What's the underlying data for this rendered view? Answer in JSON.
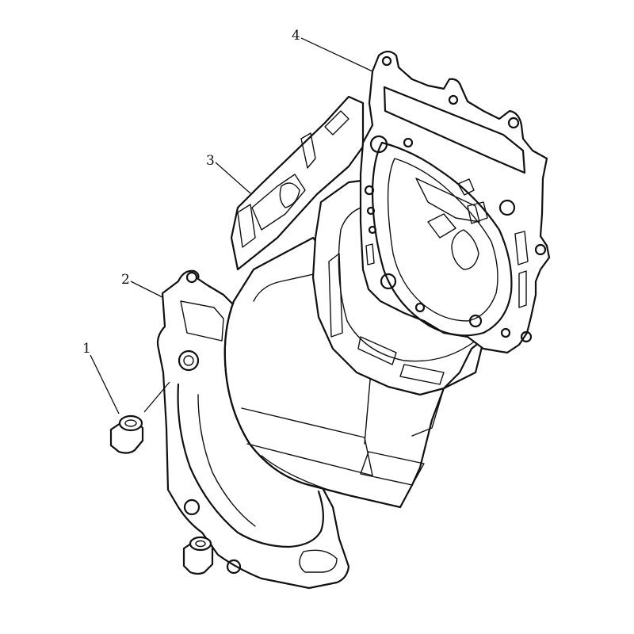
{
  "callouts": [
    {
      "id": "1",
      "text": "1"
    },
    {
      "id": "2",
      "text": "2"
    },
    {
      "id": "3",
      "text": "3"
    },
    {
      "id": "4",
      "text": "4"
    }
  ],
  "colors": {
    "line": "#111111",
    "background": "#ffffff"
  }
}
